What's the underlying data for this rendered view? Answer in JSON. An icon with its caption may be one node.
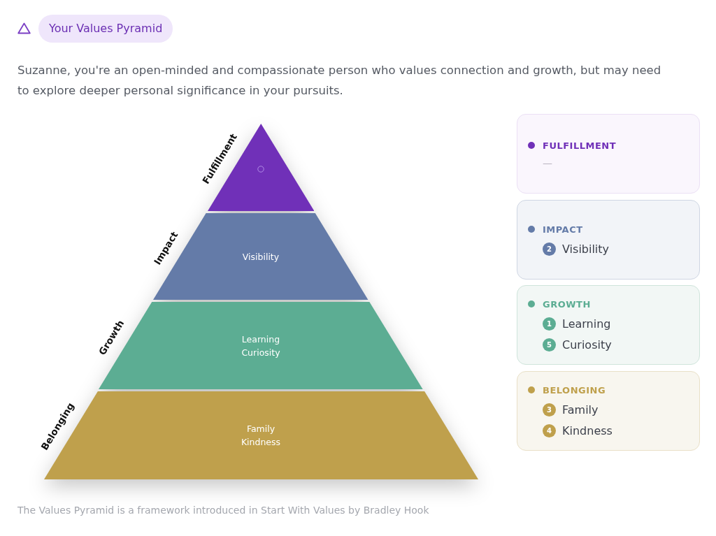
{
  "diagram": {
    "title": "Your Values Pyramid",
    "caption": "The Values Pyramid is a framework introduced in Start With Values by Bradley Hook",
    "labels": [
      "Suzanne, you're an open-minded and compassionate person who values connection and growth, but may need to explore deeper personal significance in your pursuits."
    ],
    "nodes": [
      {
        "text": [],
        "shape": "triangle",
        "beside": [
          "Fulfillment"
        ]
      },
      {
        "text": [
          "Visibility"
        ],
        "beside": [
          "Impact"
        ]
      },
      {
        "text": [
          "Learning",
          "Curiosity"
        ],
        "beside": [
          "Growth"
        ]
      },
      {
        "text": [
          "Family",
          "Kindness"
        ],
        "beside": [
          "Belonging"
        ]
      },
      {
        "text": [
          "FULFILLMENT",
          "—"
        ]
      },
      {
        "text": [
          "IMPACT"
        ]
      },
      {
        "text": [
          "2"
        ],
        "in": 5,
        "beside": [
          "Visibility"
        ]
      },
      {
        "text": [
          "GROWTH"
        ]
      },
      {
        "text": [
          "1"
        ],
        "in": 7,
        "beside": [
          "Learning"
        ]
      },
      {
        "text": [
          "5"
        ],
        "in": 7,
        "beside": [
          "Curiosity"
        ]
      },
      {
        "text": [
          "BELONGING"
        ]
      },
      {
        "text": [
          "3"
        ],
        "in": 10,
        "beside": [
          "Family"
        ]
      },
      {
        "text": [
          "4"
        ],
        "in": 10,
        "beside": [
          "Kindness"
        ]
      }
    ],
    "edges": []
  }
}
